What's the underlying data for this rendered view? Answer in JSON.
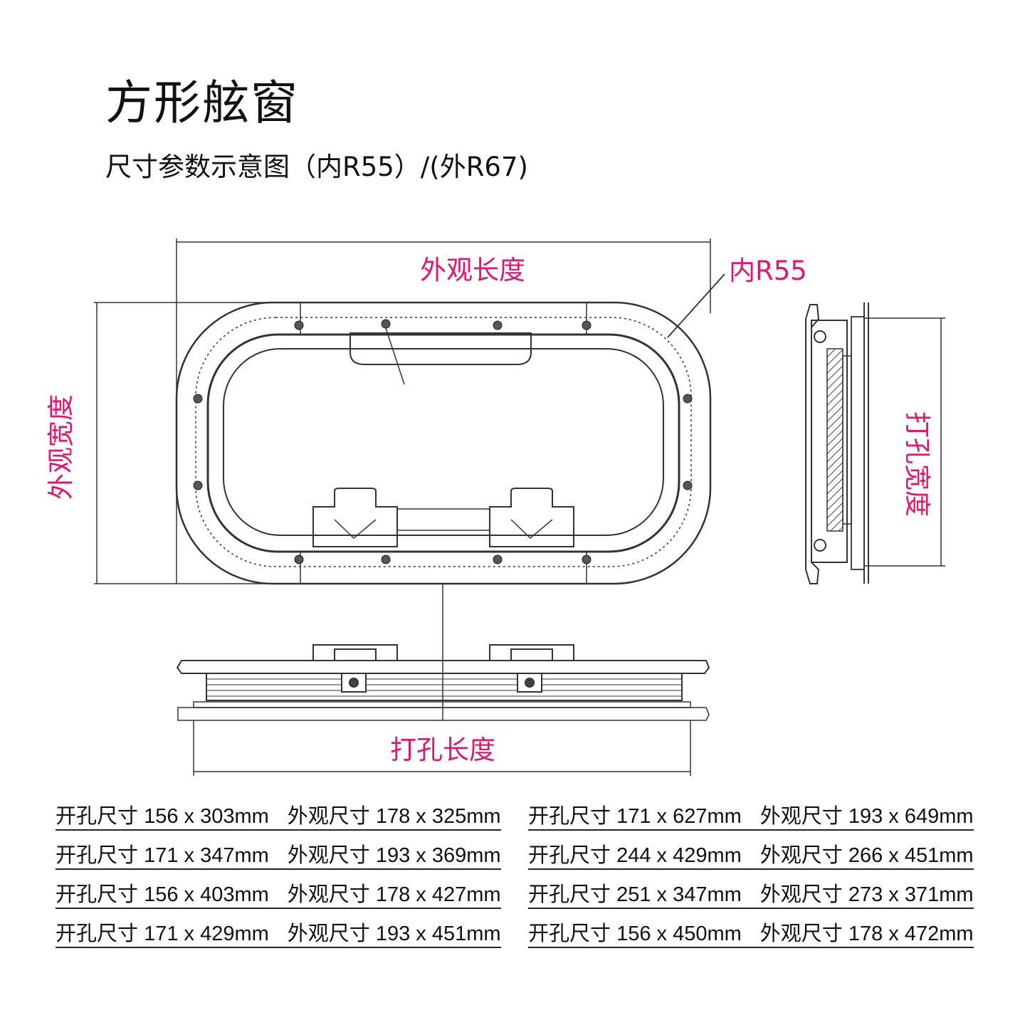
{
  "title": "方形舷窗",
  "subtitle": "尺寸参数示意图（内R55）/(外R67)",
  "labels": {
    "outer_length": "外观长度",
    "outer_width": "外观宽度",
    "inner_radius": "内R55",
    "cut_width": "打孔宽度",
    "cut_length": "打孔长度"
  },
  "colors": {
    "label": "#e5146d",
    "line": "#333333"
  },
  "specs": [
    {
      "cut_label": "开孔尺寸",
      "cut": "156 x 303mm",
      "outer_label": "外观尺寸",
      "outer": "178 x 325mm"
    },
    {
      "cut_label": "开孔尺寸",
      "cut": "171 x 347mm",
      "outer_label": "外观尺寸",
      "outer": "193 x 369mm"
    },
    {
      "cut_label": "开孔尺寸",
      "cut": "156 x 403mm",
      "outer_label": "外观尺寸",
      "outer": "178 x 427mm"
    },
    {
      "cut_label": "开孔尺寸",
      "cut": "171 x 429mm",
      "outer_label": "外观尺寸",
      "outer": "193 x 451mm"
    },
    {
      "cut_label": "开孔尺寸",
      "cut": "171 x 627mm",
      "outer_label": "外观尺寸",
      "outer": "193 x 649mm"
    },
    {
      "cut_label": "开孔尺寸",
      "cut": "244 x 429mm",
      "outer_label": "外观尺寸",
      "outer": "266 x 451mm"
    },
    {
      "cut_label": "开孔尺寸",
      "cut": "251 x 347mm",
      "outer_label": "外观尺寸",
      "outer": "273 x 371mm"
    },
    {
      "cut_label": "开孔尺寸",
      "cut": "156 x 450mm",
      "outer_label": "外观尺寸",
      "outer": "178 x 472mm"
    }
  ]
}
